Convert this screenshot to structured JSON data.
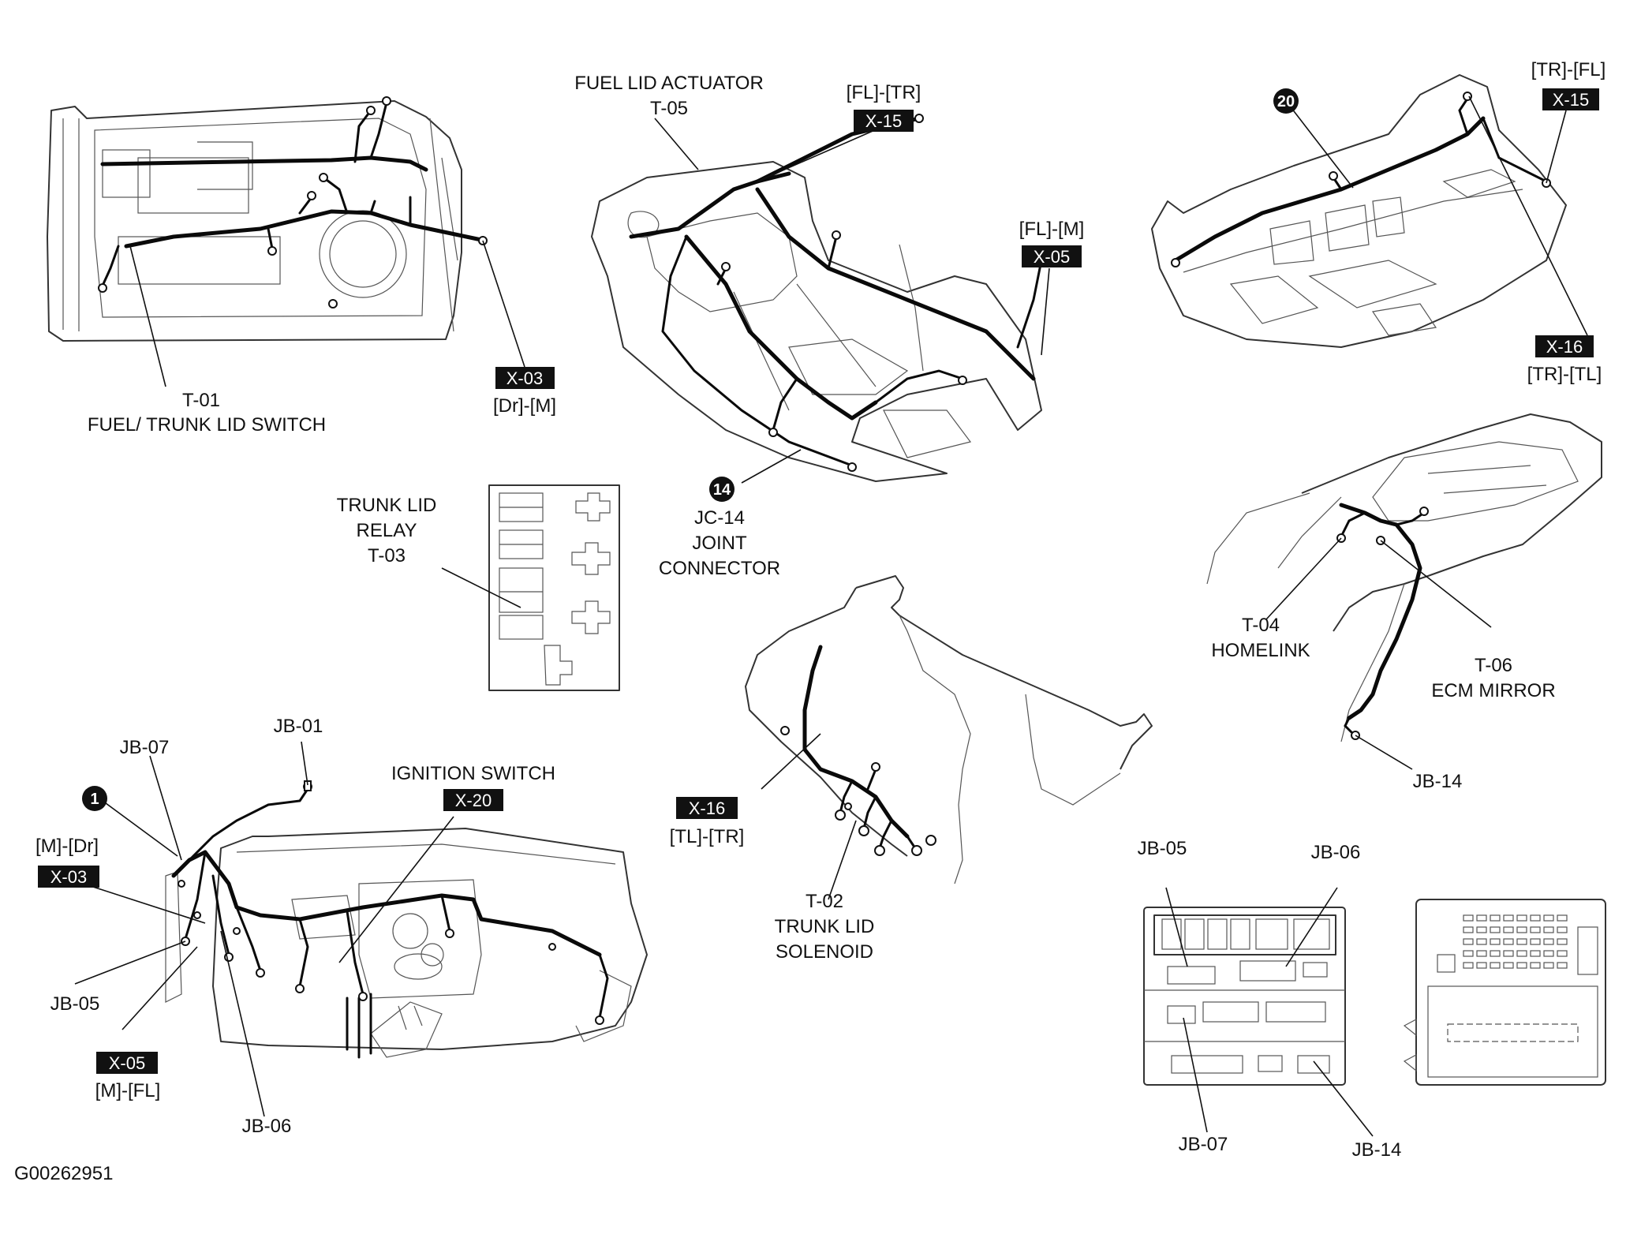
{
  "figure_id": "G00262951",
  "labels": {
    "fuel_lid_actuator_1": "FUEL LID ACTUATOR",
    "fuel_lid_actuator_2": "T-05",
    "fl_tr": "[FL]-[TR]",
    "fl_m": "[FL]-[M]",
    "tr_fl": "[TR]-[FL]",
    "tr_tl": "[TR]-[TL]",
    "t01_code": "T-01",
    "t01_name": "FUEL/ TRUNK LID SWITCH",
    "dr_m": "[Dr]-[M]",
    "trunk_relay_1": "TRUNK LID",
    "trunk_relay_2": "RELAY",
    "trunk_relay_3": "T-03",
    "jc14_1": "JC-14",
    "jc14_2": "JOINT",
    "jc14_3": "CONNECTOR",
    "t04_code": "T-04",
    "t04_name": "HOMELINK",
    "t06_code": "T-06",
    "t06_name": "ECM MIRROR",
    "jb14_roof": "JB-14",
    "jb01": "JB-01",
    "jb07_dash": "JB-07",
    "ignition_switch": "IGNITION SWITCH",
    "m_dr": "[M]-[Dr]",
    "jb05_dash": "JB-05",
    "m_fl": "[M]-[FL]",
    "jb06_dash": "JB-06",
    "tl_tr": "[TL]-[TR]",
    "t02_1": "T-02",
    "t02_2": "TRUNK LID",
    "t02_3": "SOLENOID",
    "jb05_box": "JB-05",
    "jb06_box": "JB-06",
    "jb07_box": "JB-07",
    "jb14_box": "JB-14"
  },
  "connector_tags": {
    "x15_floor": "X-15",
    "x05_floor": "X-05",
    "x15_trunk": "X-15",
    "x16_trunk": "X-16",
    "x03_door": "X-03",
    "x20": "X-20",
    "x03_dash": "X-03",
    "x05_dash": "X-05",
    "x16_lid": "X-16"
  },
  "callouts": {
    "n20": "20",
    "n14": "14",
    "n1": "1"
  }
}
